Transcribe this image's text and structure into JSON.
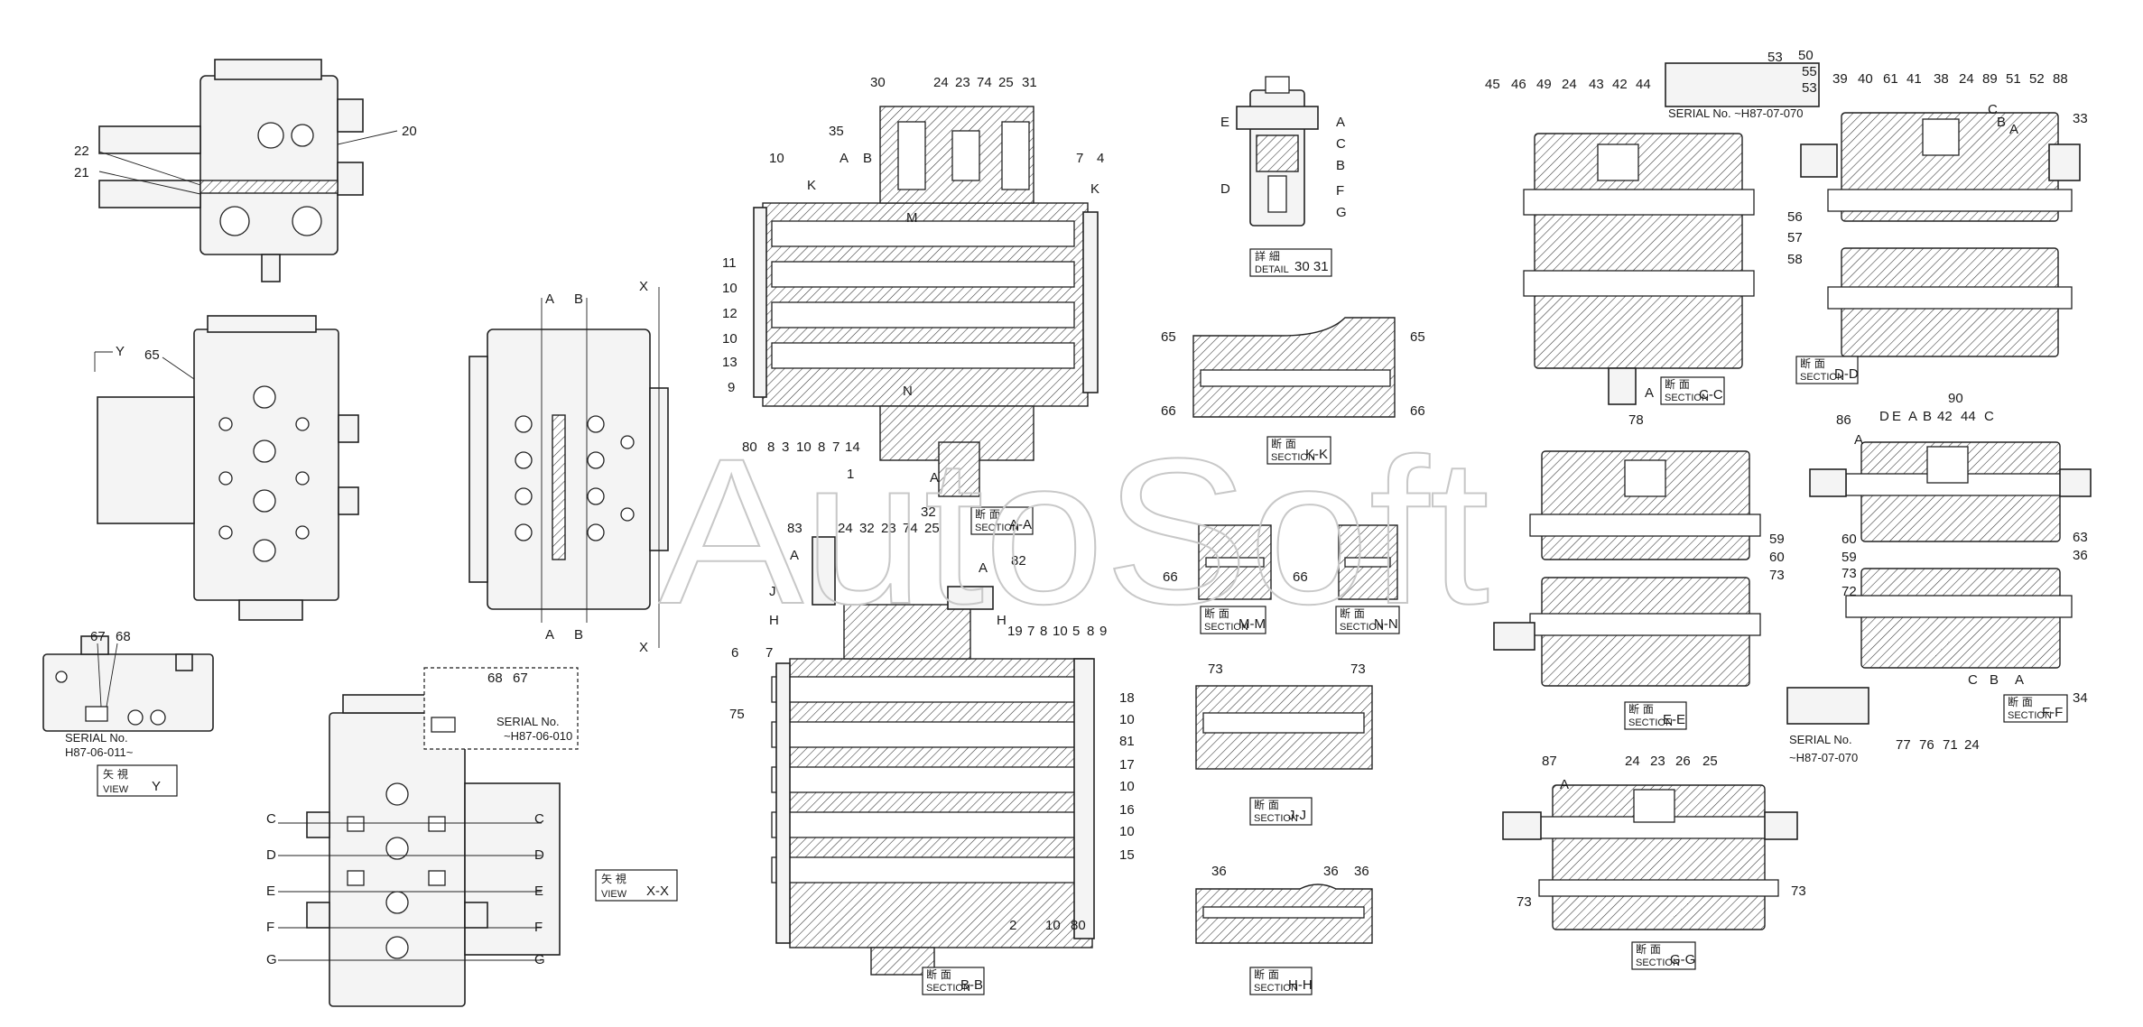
{
  "watermark": "AutoSoft",
  "views": [
    {
      "id": "view-y",
      "caption_jp": "矢 視",
      "caption_en": "VIEW",
      "code": "Y"
    },
    {
      "id": "view-x",
      "caption_jp": "矢 視",
      "caption_en": "VIEW",
      "code": "X-X"
    },
    {
      "id": "detail",
      "caption_jp": "詳 細",
      "caption_en": "DETAIL",
      "code": "30 31"
    },
    {
      "id": "sec-aa",
      "caption_jp": "断 面",
      "caption_en": "SECTION",
      "code": "A-A"
    },
    {
      "id": "sec-bb",
      "caption_jp": "断 面",
      "caption_en": "SECTION",
      "code": "B-B"
    },
    {
      "id": "sec-kk",
      "caption_jp": "断 面",
      "caption_en": "SECTION",
      "code": "K-K"
    },
    {
      "id": "sec-mm",
      "caption_jp": "断 面",
      "caption_en": "SECTION",
      "code": "M-M"
    },
    {
      "id": "sec-nn",
      "caption_jp": "断 面",
      "caption_en": "SECTION",
      "code": "N-N"
    },
    {
      "id": "sec-jj",
      "caption_jp": "断 面",
      "caption_en": "SECTION",
      "code": "J-J"
    },
    {
      "id": "sec-hh",
      "caption_jp": "断 面",
      "caption_en": "SECTION",
      "code": "H-H"
    },
    {
      "id": "sec-cc",
      "caption_jp": "断 面",
      "caption_en": "SECTION",
      "code": "C-C"
    },
    {
      "id": "sec-dd",
      "caption_jp": "断 面",
      "caption_en": "SECTION",
      "code": "D-D"
    },
    {
      "id": "sec-ee",
      "caption_jp": "断 面",
      "caption_en": "SECTION",
      "code": "E-E"
    },
    {
      "id": "sec-ff",
      "caption_jp": "断 面",
      "caption_en": "SECTION",
      "code": "F-F"
    },
    {
      "id": "sec-gg",
      "caption_jp": "断 面",
      "caption_en": "SECTION",
      "code": "G-G"
    }
  ],
  "serials": {
    "view_y_label": "SERIAL No.",
    "view_y_value": "H87-06-011~",
    "view_xx_label": "SERIAL No.",
    "view_xx_value": "~H87-06-010",
    "top_cc_dd": "SERIAL No. ~H87-07-070",
    "ff_label": "SERIAL No.",
    "ff_value": "~H87-07-070"
  },
  "callouts": {
    "top_left": [
      "20",
      "22",
      "21"
    ],
    "view_y": [
      "65",
      "67",
      "68"
    ],
    "view_y_axis": "Y",
    "view_xx_axis": [
      "X",
      "A",
      "B",
      "A",
      "B",
      "X"
    ],
    "view_xx_side": [
      "68",
      "67",
      "C",
      "D",
      "E",
      "F",
      "G",
      "C",
      "D",
      "E",
      "F",
      "G"
    ],
    "sec_aa_top": [
      "30",
      "24",
      "23",
      "74",
      "25",
      "31",
      "35",
      "A",
      "B",
      "10",
      "K",
      "7",
      "4",
      "K"
    ],
    "sec_aa_left": [
      "11",
      "10",
      "12",
      "10",
      "13",
      "9"
    ],
    "sec_aa_bottom": [
      "80",
      "8",
      "3",
      "10",
      "8",
      "7",
      "14",
      "N",
      "M",
      "A",
      "1"
    ],
    "sec_bb_top": [
      "83",
      "24",
      "32",
      "23",
      "32",
      "74",
      "25",
      "A",
      "82",
      "A",
      "J",
      "H",
      "H",
      "19",
      "7",
      "8",
      "10",
      "5",
      "8",
      "9",
      "6",
      "7",
      "75"
    ],
    "sec_bb_right": [
      "18",
      "10",
      "81",
      "17",
      "10",
      "16",
      "10",
      "15",
      "2",
      "10",
      "80"
    ],
    "detail": [
      "E",
      "D",
      "A",
      "C",
      "B",
      "F",
      "G"
    ],
    "kk": [
      "65",
      "65",
      "66",
      "66"
    ],
    "mm_nn": [
      "66",
      "66"
    ],
    "jj": [
      "73",
      "73"
    ],
    "hh": [
      "36",
      "36",
      "36"
    ],
    "cc": [
      "45",
      "46",
      "49",
      "24",
      "43",
      "42",
      "44",
      "53",
      "50",
      "55",
      "53",
      "A",
      "78"
    ],
    "dd": [
      "39",
      "40",
      "61",
      "41",
      "38",
      "24",
      "89",
      "51",
      "52",
      "88",
      "C",
      "B",
      "A",
      "33",
      "56",
      "57",
      "58"
    ],
    "ee": [
      "59",
      "60",
      "73"
    ],
    "ff": [
      "90",
      "86",
      "A",
      "D",
      "E",
      "A",
      "B",
      "42",
      "44",
      "C",
      "60",
      "59",
      "73",
      "72",
      "63",
      "36",
      "C",
      "B",
      "A",
      "34",
      "77",
      "76",
      "71",
      "24"
    ],
    "gg": [
      "87",
      "A",
      "24",
      "23",
      "26",
      "25",
      "73",
      "73"
    ]
  }
}
